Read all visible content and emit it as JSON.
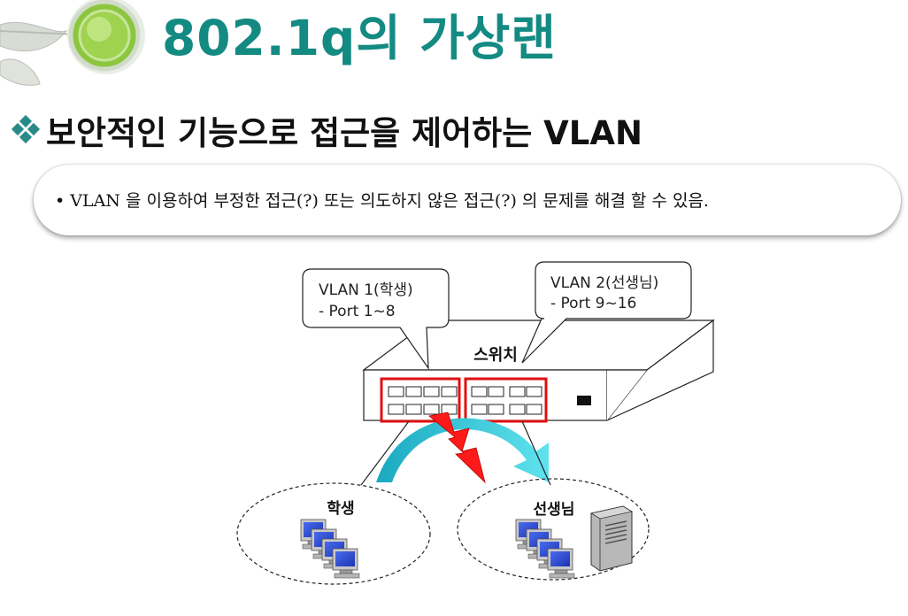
{
  "title": "802.1q의 가상랜",
  "subtitle": "보안적인 기능으로 접근을 제어하는 VLAN",
  "note": "• VLAN 을 이용하여 부정한 접근(?) 또는 의도하지 않은 접근(?) 의 문제를 해결 할 수 있음.",
  "diagram": {
    "callout_vlan1": {
      "line1": "VLAN 1(학생)",
      "line2": "- Port 1~8"
    },
    "callout_vlan2": {
      "line1": "VLAN 2(선생님)",
      "line2": "- Port 9~16"
    },
    "switch_label": "스위치",
    "group_students": "학생",
    "group_teachers": "선생님"
  },
  "colors": {
    "title": "#138a82",
    "highlight": "#e01010",
    "arrow": "#2ec7d6",
    "screen": "#2d4fd8",
    "bolt": "#ff1a1a"
  }
}
